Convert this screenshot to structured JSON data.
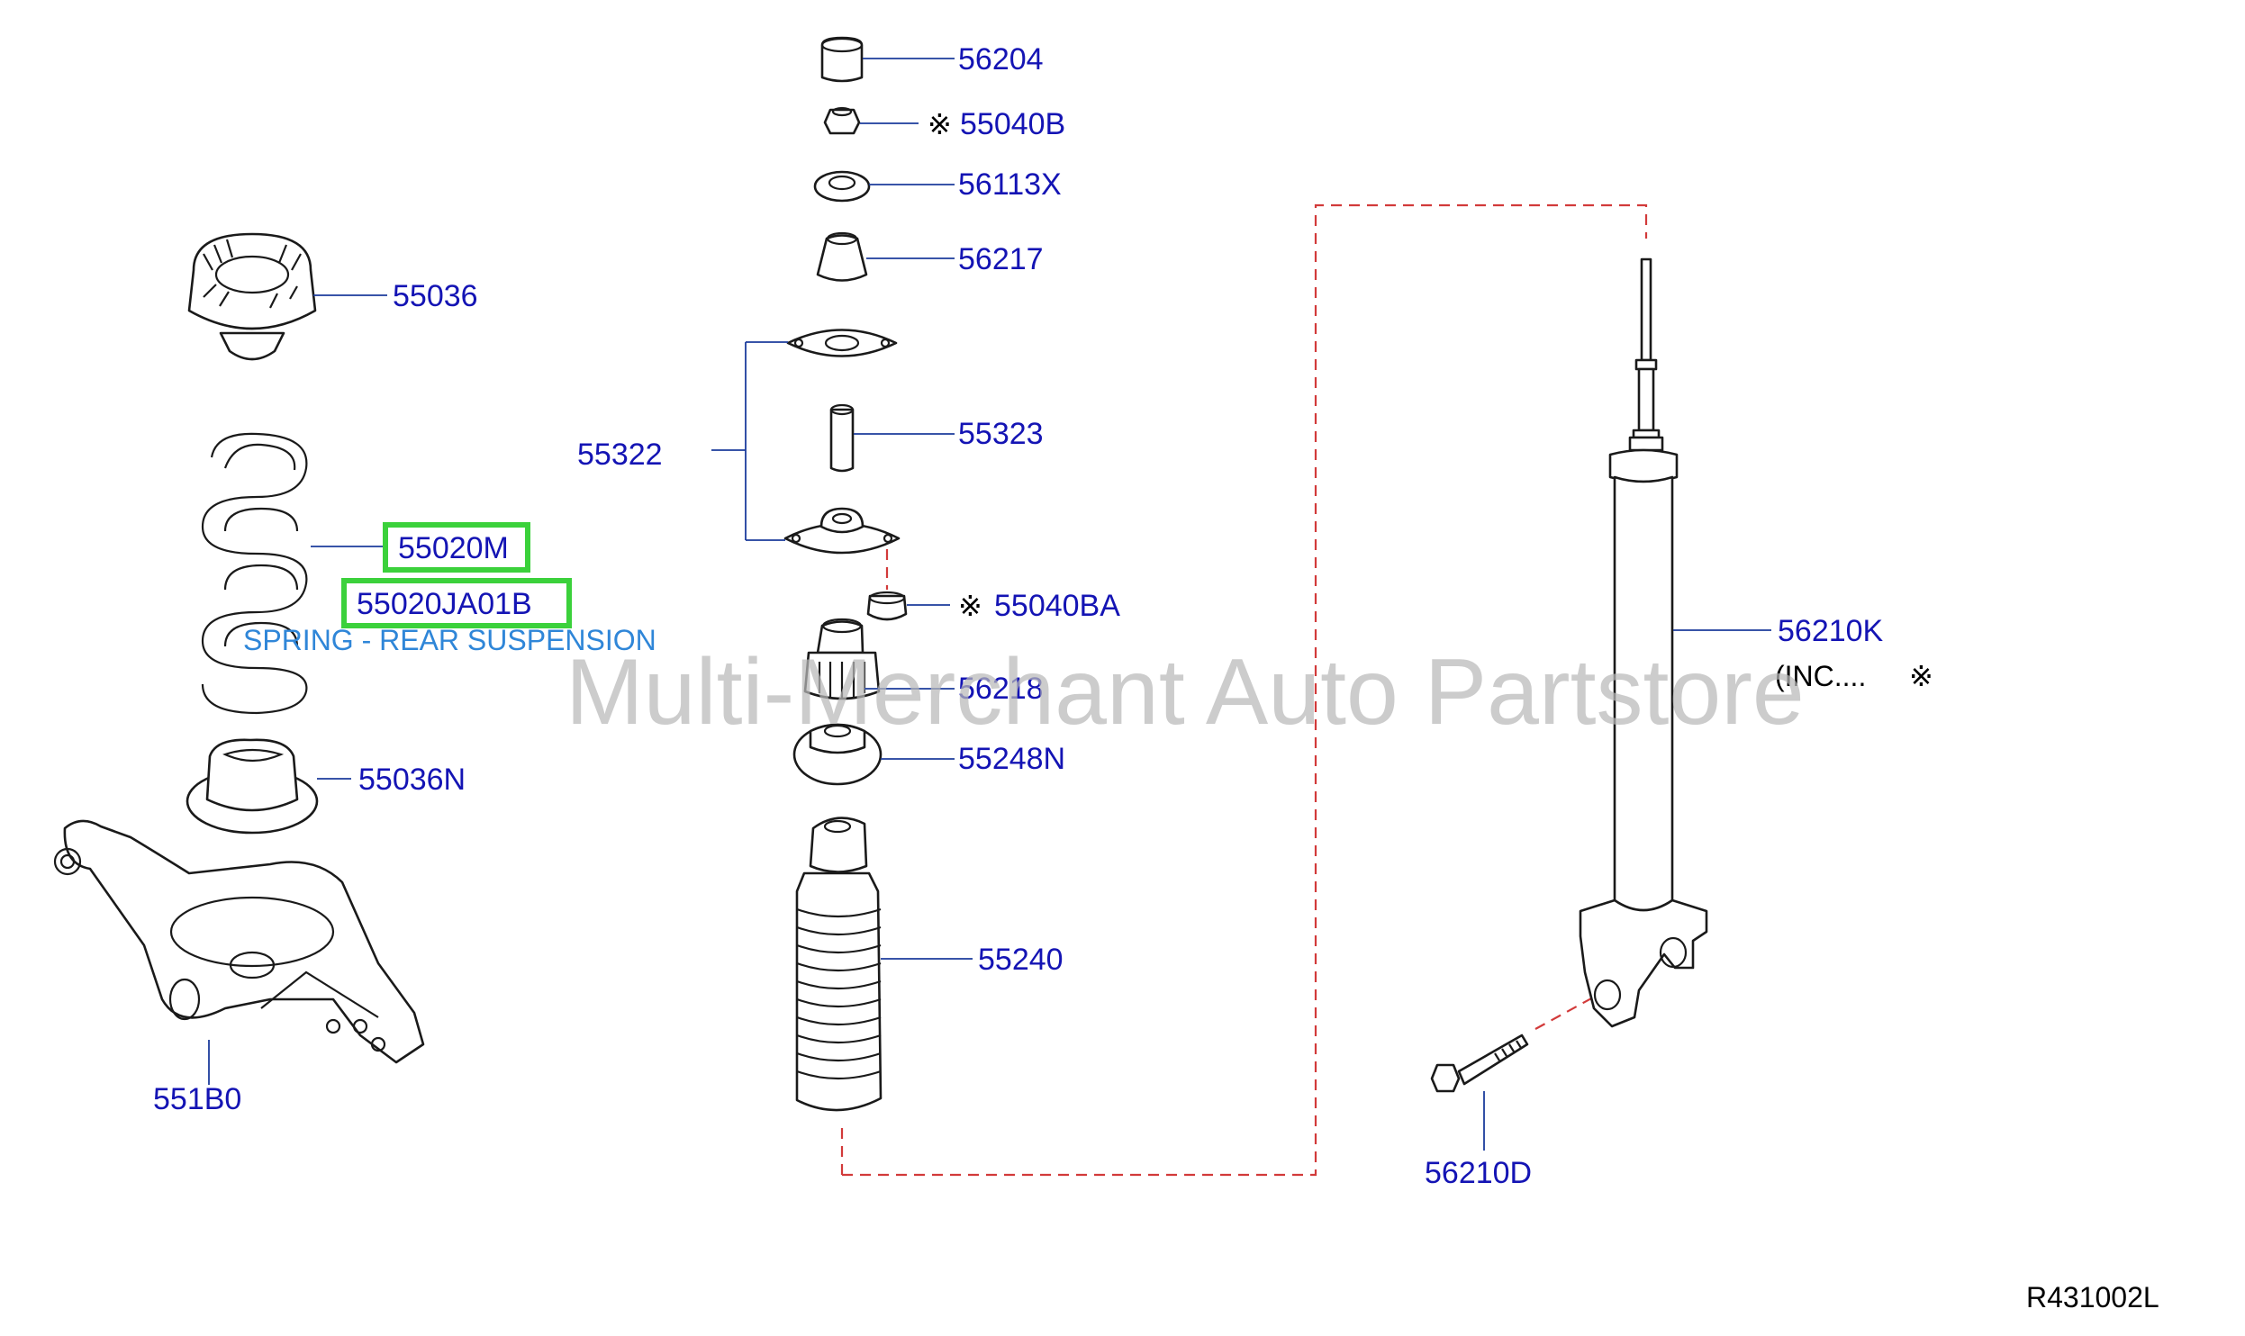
{
  "diagram": {
    "labels": {
      "p56204": "56204",
      "p55040B": "55040B",
      "p56113X": "56113X",
      "p56217": "56217",
      "p55036": "55036",
      "p55322": "55322",
      "p55323": "55323",
      "p55020M": "55020M",
      "p55020JA01B": "55020JA01B",
      "p55040BA": "55040BA",
      "p56210K": "56210K",
      "p56218": "56218",
      "p55248N": "55248N",
      "p55036N": "55036N",
      "p55240": "55240",
      "p551B0": "551B0",
      "p56210D": "56210D"
    },
    "symbol": "※",
    "inc_note": "(INC....",
    "spring_description": "SPRING - REAR SUSPENSION",
    "watermark": "Multi-Merchant Auto Partstore",
    "reference_code": "R431002L",
    "colors": {
      "label": "#1414b4",
      "leader": "#1c3c9c",
      "dashed_path": "#d23a3a",
      "highlight": "#3bd13b",
      "description": "#2f86d8",
      "watermark": "#b8b8b8"
    }
  }
}
